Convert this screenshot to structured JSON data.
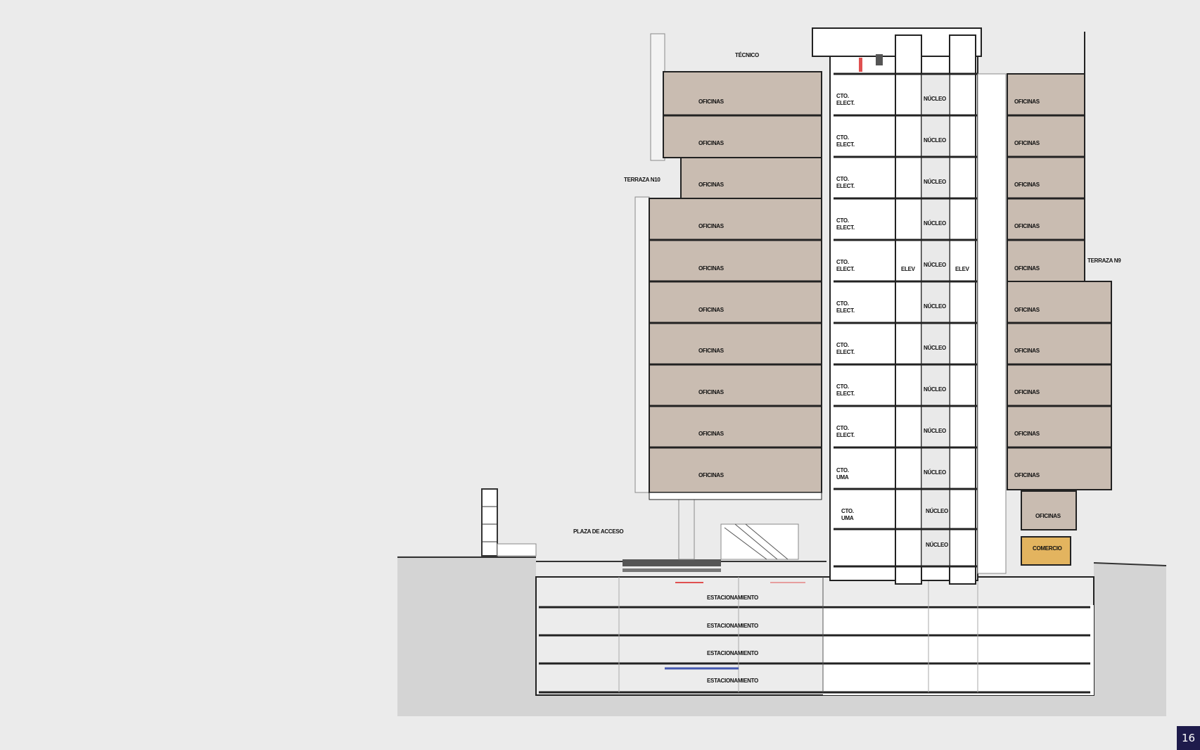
{
  "drawing": {
    "type": "building-section",
    "colors": {
      "background": "#ebebeb",
      "ground": "#d4d4d4",
      "office_fill": "#c9bcb1",
      "commerce_fill": "#e3b45f",
      "core_fill": "#ffffff",
      "line": "#222222",
      "badge": "#1e1b4b"
    },
    "labels": {
      "tecnico": "TÉCNICO",
      "terraza_left": "TERRAZA N10",
      "terraza_right": "TERRAZA N9",
      "plaza": "PLAZA DE ACCESO",
      "elev": "ELEV",
      "oficinas": "OFICINAS",
      "comercio": "COMERCIO",
      "estacionamiento": "ESTACIONAMIENTO",
      "cto_elect_1": "CTO.",
      "cto_elect_2": "ELECT.",
      "cto_uma_1": "CTO.",
      "cto_uma_2": "UMA",
      "nucleo": "NÚCLEO"
    },
    "left_wing_floors": [
      "OFICINAS",
      "OFICINAS",
      "OFICINAS",
      "OFICINAS",
      "OFICINAS",
      "OFICINAS",
      "OFICINAS",
      "OFICINAS",
      "OFICINAS",
      "OFICINAS"
    ],
    "right_wing_floors": [
      "OFICINAS",
      "OFICINAS",
      "OFICINAS",
      "OFICINAS",
      "OFICINAS",
      "OFICINAS",
      "OFICINAS",
      "OFICINAS",
      "OFICINAS",
      "OFICINAS",
      "OFICINAS",
      "COMERCIO"
    ],
    "core_rooms": [
      "CTO. ELECT.",
      "CTO. ELECT.",
      "CTO. ELECT.",
      "CTO. ELECT.",
      "CTO. ELECT.",
      "CTO. ELECT.",
      "CTO. ELECT.",
      "CTO. ELECT.",
      "CTO. ELECT.",
      "CTO. UMA",
      "CTO. UMA"
    ],
    "parking_levels": [
      "ESTACIONAMIENTO",
      "ESTACIONAMIENTO",
      "ESTACIONAMIENTO",
      "ESTACIONAMIENTO"
    ]
  },
  "page": {
    "number": "16"
  }
}
